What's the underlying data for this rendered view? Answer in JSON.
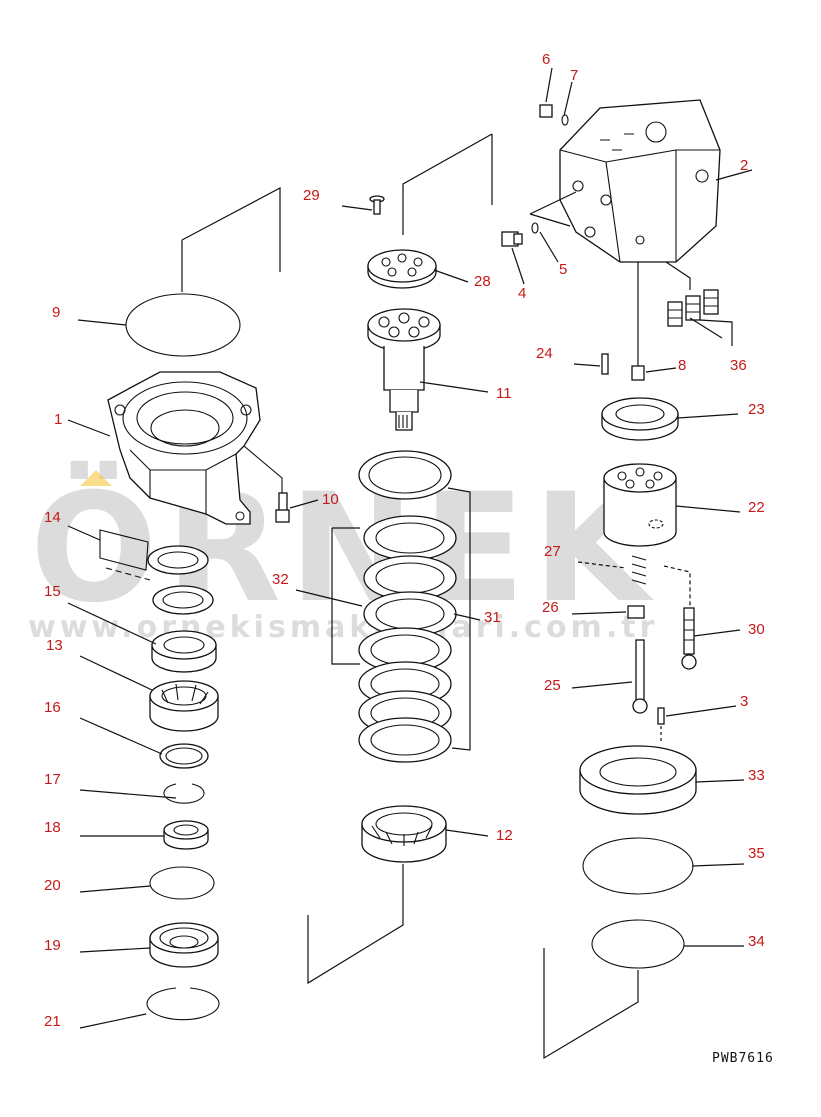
{
  "watermark": {
    "brand": "ÖRNEK",
    "url": "www.ornekismakinalari.com.tr",
    "accent_color": "#f2c230"
  },
  "drawing_code": "PWB7616",
  "callouts": [
    {
      "id": "c1",
      "label": "1"
    },
    {
      "id": "c2",
      "label": "2"
    },
    {
      "id": "c3",
      "label": "3"
    },
    {
      "id": "c4",
      "label": "4"
    },
    {
      "id": "c5",
      "label": "5"
    },
    {
      "id": "c6",
      "label": "6"
    },
    {
      "id": "c7",
      "label": "7"
    },
    {
      "id": "c8",
      "label": "8"
    },
    {
      "id": "c9",
      "label": "9"
    },
    {
      "id": "c10",
      "label": "10"
    },
    {
      "id": "c11",
      "label": "11"
    },
    {
      "id": "c12",
      "label": "12"
    },
    {
      "id": "c13",
      "label": "13"
    },
    {
      "id": "c14",
      "label": "14"
    },
    {
      "id": "c15",
      "label": "15"
    },
    {
      "id": "c16",
      "label": "16"
    },
    {
      "id": "c17",
      "label": "17"
    },
    {
      "id": "c18",
      "label": "18"
    },
    {
      "id": "c19",
      "label": "19"
    },
    {
      "id": "c20",
      "label": "20"
    },
    {
      "id": "c21",
      "label": "21"
    },
    {
      "id": "c22",
      "label": "22"
    },
    {
      "id": "c23",
      "label": "23"
    },
    {
      "id": "c24",
      "label": "24"
    },
    {
      "id": "c25",
      "label": "25"
    },
    {
      "id": "c26",
      "label": "26"
    },
    {
      "id": "c27",
      "label": "27"
    },
    {
      "id": "c28",
      "label": "28"
    },
    {
      "id": "c29",
      "label": "29"
    },
    {
      "id": "c30",
      "label": "30"
    },
    {
      "id": "c31",
      "label": "31"
    },
    {
      "id": "c32",
      "label": "32"
    },
    {
      "id": "c33",
      "label": "33"
    },
    {
      "id": "c34",
      "label": "34"
    },
    {
      "id": "c35",
      "label": "35"
    },
    {
      "id": "c36",
      "label": "36"
    }
  ]
}
